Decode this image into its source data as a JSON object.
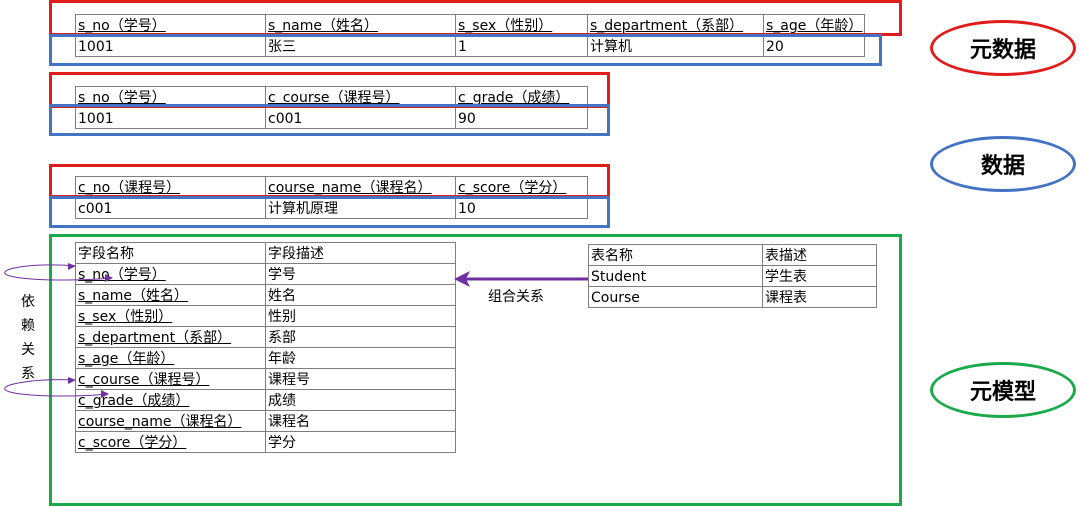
{
  "table_student": {
    "headers": [
      "s_no（学号）",
      "s_name（姓名）",
      "s_sex（性别）",
      "s_department（系部）",
      "s_age（年龄）"
    ],
    "row": [
      "1001",
      "张三",
      "1",
      "计算机",
      "20"
    ]
  },
  "table_grade": {
    "headers": [
      "s_no（学号）",
      "c_course（课程号）",
      "c_grade（成绩）"
    ],
    "row": [
      "1001",
      "c001",
      "90"
    ]
  },
  "table_course": {
    "headers": [
      "c_no（课程号）",
      "course_name（课程名）",
      "c_score（学分）"
    ],
    "row": [
      "c001",
      "计算机原理",
      "10"
    ]
  },
  "field_table": {
    "headers": [
      "字段名称",
      "字段描述"
    ],
    "rows": [
      [
        "s_no（学号）",
        "学号"
      ],
      [
        "s_name（姓名）",
        "姓名"
      ],
      [
        "s_sex（性别）",
        "性别"
      ],
      [
        "s_department（系部）",
        "系部"
      ],
      [
        "s_age（年龄）",
        "年龄"
      ],
      [
        "c_course（课程号）",
        "课程号"
      ],
      [
        "c_grade（成绩）",
        "成绩"
      ],
      [
        "course_name（课程名）",
        "课程名"
      ],
      [
        "c_score（学分）",
        "学分"
      ]
    ]
  },
  "table_list": {
    "headers": [
      "表名称",
      "表描述"
    ],
    "rows": [
      [
        "Student",
        "学生表"
      ],
      [
        "Course",
        "课程表"
      ]
    ]
  },
  "labels": {
    "combination": "组合关系",
    "dependency": [
      "依",
      "赖",
      "关",
      "系"
    ]
  },
  "legend": {
    "metadata": "元数据",
    "data": "数据",
    "metamodel": "元模型"
  },
  "colors": {
    "metadata": "#e01c1c",
    "data": "#4472c4",
    "metamodel": "#1aaa4a",
    "arrow": "#7030a0"
  }
}
